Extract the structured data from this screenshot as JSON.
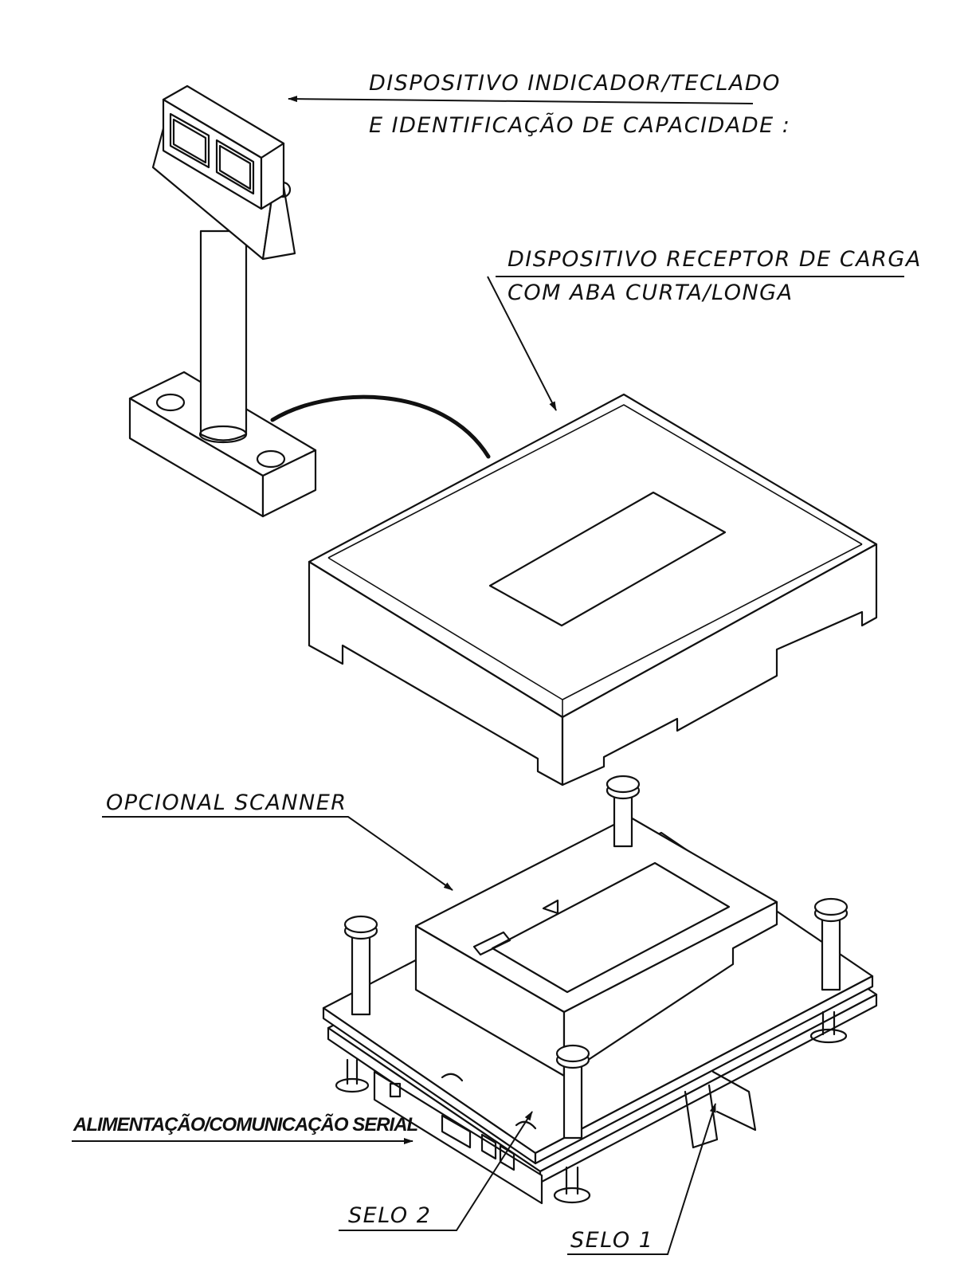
{
  "labels": {
    "indicator_line1": "DISPOSITIVO INDICADOR/TECLADO",
    "indicator_line2": "E IDENTIFICAÇÃO DE CAPACIDADE :",
    "receptor_line1": "DISPOSITIVO RECEPTOR DE CARGA",
    "receptor_line2": "COM ABA CURTA/LONGA",
    "scanner": "OPCIONAL SCANNER",
    "power_serial": "ALIMENTAÇÃO/COMUNICAÇÃO SERIAL",
    "seal2": "SELO 2",
    "seal1": "SELO 1"
  }
}
